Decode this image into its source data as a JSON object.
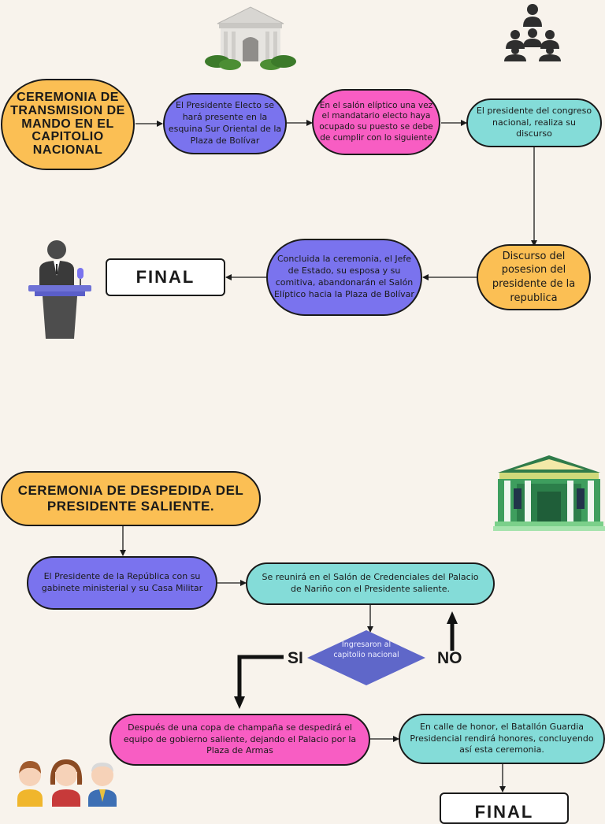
{
  "section1": {
    "title": "CEREMONIA DE TRANSMISION DE MANDO EN EL CAPITOLIO NACIONAL",
    "step1": "El Presidente Electo se hará presente en la esquina Sur Oriental de la Plaza de Bolívar",
    "step2": "En el salón elíptico una vez el mandatario electo haya ocupado su puesto se debe de cumplir con lo siguiente",
    "step3": "El presidente del congreso nacional, realiza su discurso",
    "step4": "Discurso del posesion del presidente de la republica",
    "step5": "Concluida la ceremonia, el Jefe de Estado, su esposa y su comitiva, abandonarán el Salón Elíptico hacia la Plaza de Bolívar",
    "final": "FINAL"
  },
  "section2": {
    "title": "CEREMONIA DE DESPEDIDA DEL PRESIDENTE SALIENTE.",
    "step1": "El Presidente de la República con su gabinete ministerial y su Casa Militar",
    "step2": "Se reunirá en el Salón de Credenciales del Palacio de Nariño con el Presidente saliente.",
    "decision": "Ingresaron al capitolio nacional",
    "yes": "SI",
    "no": "NO",
    "step3": "Después de una copa de champaña se despedirá el equipo de gobierno saliente, dejando el Palacio por la Plaza de Armas",
    "step4": "En calle de honor, el Batallón Guardia Presidencial rendirá honores, concluyendo así esta ceremonia.",
    "final": "FINAL"
  },
  "colors": {
    "orange": "#fbbf54",
    "blue": "#7a73ee",
    "pink": "#f85dc3",
    "cyan": "#84dcd8",
    "decision": "#5f67c9",
    "background": "#f8f3ec"
  },
  "icons": [
    "capitol-building-icon",
    "audience-icon",
    "speaker-podium-icon",
    "palace-building-icon",
    "people-group-icon"
  ]
}
